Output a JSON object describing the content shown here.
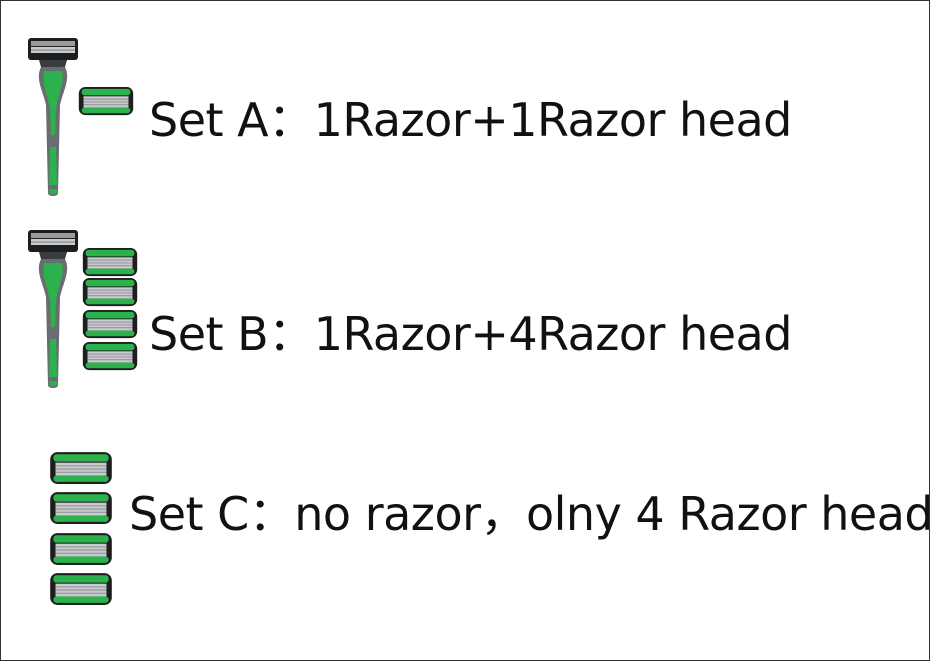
{
  "sets": [
    {
      "label": "Set A：1Razor+1Razor head"
    },
    {
      "label": "Set B：1Razor+4Razor head"
    },
    {
      "label": "Set C：no razor，olny 4 Razor head"
    }
  ],
  "colors": {
    "handle_green": "#2bb24c",
    "handle_grey": "#6a6d70",
    "head_black": "#1e1e1e",
    "blade_silver": "#c9cccf",
    "text": "#111111",
    "border": "#333333"
  },
  "icons": [
    "razor-icon",
    "razor-head-icon"
  ]
}
